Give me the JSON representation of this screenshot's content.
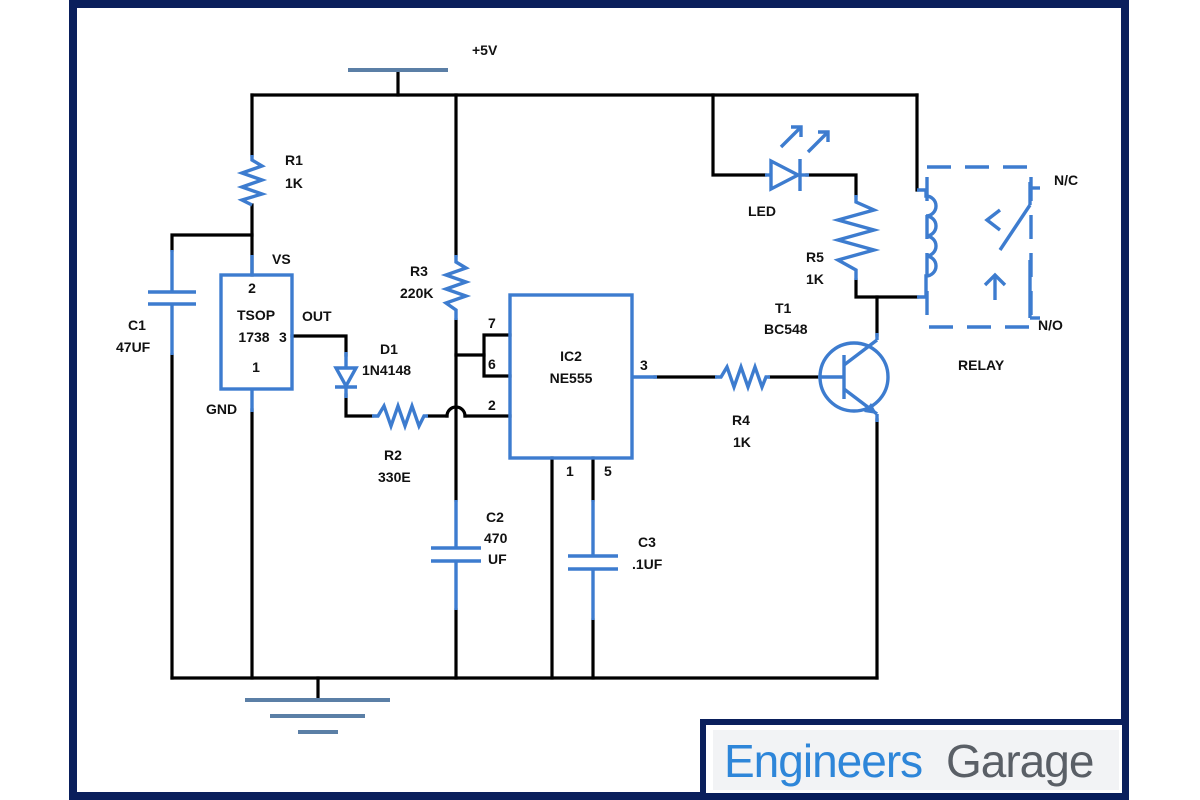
{
  "colors": {
    "wire": "#000000",
    "component": "#3d7ccf",
    "border": "#0a1f5c",
    "brand_blue": "#2e86d9",
    "brand_gray": "#5a5f66"
  },
  "supply": {
    "label": "+5V"
  },
  "r1": {
    "name": "R1",
    "value": "1K"
  },
  "c1": {
    "name": "C1",
    "value": "47UF"
  },
  "tsop": {
    "name": "TSOP",
    "model": "1738",
    "pin_vs": "VS",
    "pin_out": "OUT",
    "pin_gnd": "GND",
    "pin2": "2",
    "pin3": "3",
    "pin1": "1"
  },
  "d1": {
    "name": "D1",
    "value": "1N4148"
  },
  "r2": {
    "name": "R2",
    "value": "330E"
  },
  "r3": {
    "name": "R3",
    "value": "220K"
  },
  "c2": {
    "name": "C2",
    "value_line1": "470",
    "value_line2": "UF"
  },
  "ic2": {
    "name": "IC2",
    "model": "NE555",
    "pin7": "7",
    "pin6": "6",
    "pin2": "2",
    "pin3": "3",
    "pin1": "1",
    "pin5": "5"
  },
  "c3": {
    "name": "C3",
    "value": ".1UF"
  },
  "r4": {
    "name": "R4",
    "value": "1K"
  },
  "led": {
    "name": "LED"
  },
  "r5": {
    "name": "R5",
    "value": "1K"
  },
  "t1": {
    "name": "T1",
    "model": "BC548"
  },
  "relay": {
    "name": "RELAY",
    "nc": "N/C",
    "no": "N/O"
  },
  "logo": {
    "part1": "Engineers",
    "part2": "Garage"
  }
}
